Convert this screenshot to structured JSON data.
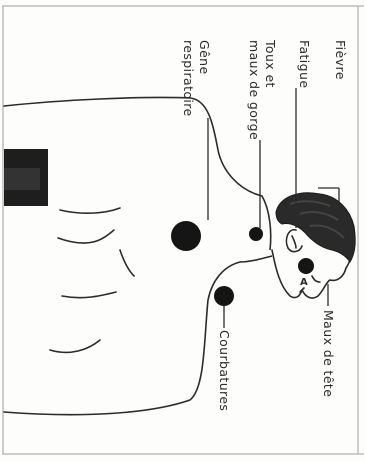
{
  "diagram": {
    "labels": {
      "fever": "Fièvre",
      "fatigue": "Fatigue",
      "cough_line1": "Toux et",
      "cough_line2": "maux de gorge",
      "breathing_line1": "Gêne",
      "breathing_line2": "respiratoire",
      "headache": "Maux de tête",
      "aches": "Courbatures"
    },
    "marker_letter": "A",
    "colors": {
      "ink": "#2b2b2b",
      "hair": "#2a2a2a",
      "shirt": "#1e1e1e",
      "spot": "#151515",
      "frame": "#bdbdbd"
    }
  }
}
